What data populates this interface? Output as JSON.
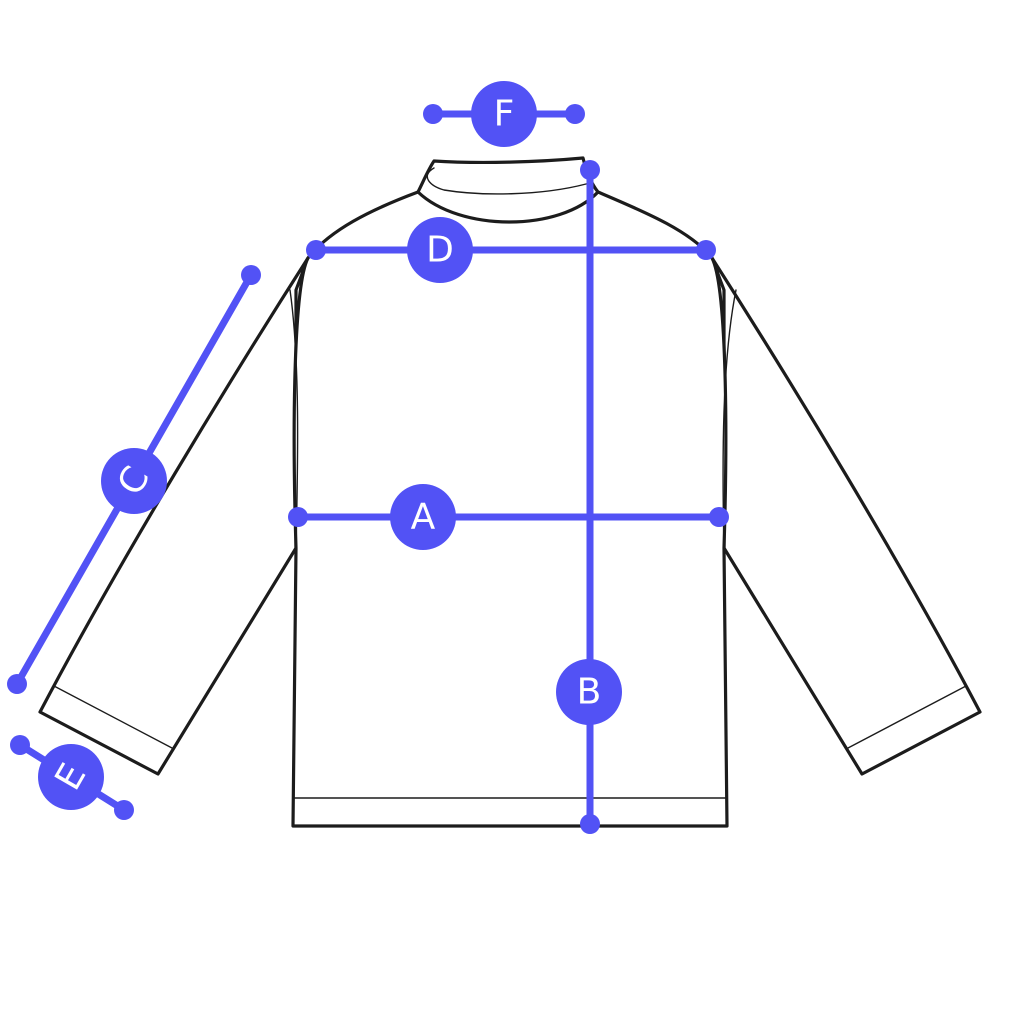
{
  "diagram": {
    "accent_color": "#5252f5",
    "outline_color": "#1c1c1c",
    "measurements": [
      {
        "label": "F"
      },
      {
        "label": "D"
      },
      {
        "label": "C"
      },
      {
        "label": "A"
      },
      {
        "label": "B"
      },
      {
        "label": "E"
      }
    ]
  }
}
